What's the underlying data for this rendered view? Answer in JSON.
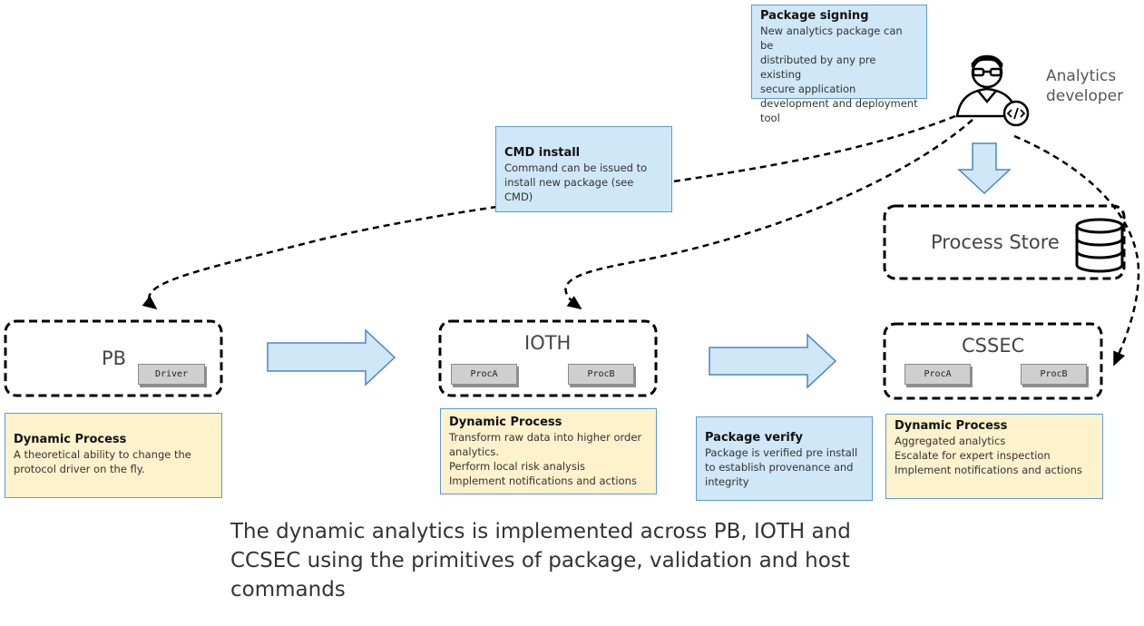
{
  "notes": {
    "package_signing": {
      "title": "Package signing",
      "lines": [
        "New analytics package can be",
        "distributed by any pre existing",
        "secure application",
        "development and deployment",
        "tool"
      ]
    },
    "cmd_install": {
      "title": "CMD install",
      "lines": [
        "Command can be issued to",
        "install new package (see CMD)"
      ]
    },
    "pb_dynamic": {
      "title": "Dynamic Process",
      "lines": [
        "A theoretical ability to change the",
        "protocol driver on the fly."
      ]
    },
    "ioth_dynamic": {
      "title": "Dynamic Process",
      "lines": [
        "Transform raw data into higher order",
        "analytics.",
        "Perform local risk analysis",
        "Implement notifications and actions"
      ]
    },
    "package_verify": {
      "title": "Package verify",
      "lines": [
        "Package is verified pre install",
        "to establish provenance and",
        "integrity"
      ]
    },
    "cssec_dynamic": {
      "title": "Dynamic Process",
      "lines": [
        "Aggregated analytics",
        "Escalate for expert inspection",
        "Implement notifications and actions"
      ]
    }
  },
  "nodes": {
    "pb": {
      "label": "PB",
      "chips": [
        "Driver"
      ]
    },
    "ioth": {
      "label": "IOTH",
      "chips": [
        "ProcA",
        "ProcB"
      ]
    },
    "cssec": {
      "label": "CSSEC",
      "chips": [
        "ProcA",
        "ProcB"
      ]
    },
    "process_store": {
      "label": "Process Store"
    }
  },
  "developer": {
    "label_line1": "Analytics",
    "label_line2": "developer",
    "icon": "developer-icon"
  },
  "caption": {
    "line1": "The dynamic analytics is implemented across PB, IOTH and",
    "line2": "CCSEC using the primitives of package, validation and host",
    "line3": "commands"
  },
  "colors": {
    "note_blue": "#cfe7f7",
    "note_yellow": "#fdf2cc",
    "note_border": "#5b9bd5",
    "arrow_fill": "#cfe7f7",
    "arrow_stroke": "#4a86c5"
  }
}
